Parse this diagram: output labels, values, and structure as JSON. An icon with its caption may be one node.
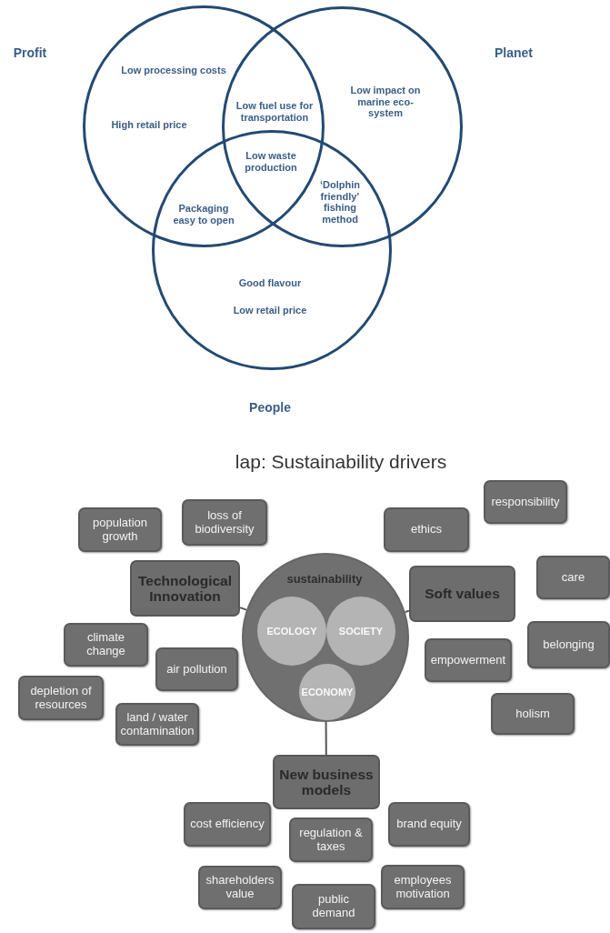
{
  "diagram": {
    "title": "lap: Sustainability drivers",
    "nodes": [
      {
        "text": [
          "Low processing costs",
          "High retail price"
        ]
      },
      {
        "text": [
          "Low impact on marine eco-system"
        ]
      },
      {
        "text": [
          "Good flavour",
          "Low retail price"
        ]
      },
      {
        "text": [
          "population growth"
        ]
      },
      {
        "text": [
          "loss of biodiversity"
        ]
      },
      {
        "text": [
          "ethics"
        ]
      },
      {
        "text": [
          "responsibility"
        ]
      },
      {
        "text": [
          "Technological Innovation"
        ]
      },
      {
        "text": [
          "sustainability"
        ]
      },
      {
        "text": [
          "ECOLOGY"
        ],
        "in": 8
      },
      {
        "text": [
          "SOCIETY"
        ],
        "in": 8
      },
      {
        "text": [
          "ECONOMY"
        ],
        "in": 8
      },
      {
        "text": [
          "Soft values"
        ]
      },
      {
        "text": [
          "care"
        ]
      },
      {
        "text": [
          "climate change"
        ]
      },
      {
        "text": [
          "air pollution"
        ]
      },
      {
        "text": [
          "empowerment"
        ]
      },
      {
        "text": [
          "belonging"
        ]
      },
      {
        "text": [
          "depletion of resources"
        ]
      },
      {
        "text": [
          "land / water contamination"
        ]
      },
      {
        "text": [
          "holism"
        ]
      },
      {
        "text": [
          "New business models"
        ]
      },
      {
        "text": [
          "cost efficiency"
        ]
      },
      {
        "text": [
          "regulation & taxes"
        ]
      },
      {
        "text": [
          "brand equity"
        ]
      },
      {
        "text": [
          "shareholders value"
        ]
      },
      {
        "text": [
          "employees motivation"
        ]
      },
      {
        "text": [
          "public demand"
        ]
      }
    ],
    "edges": [
      {
        "from": 7,
        "to": 8,
        "arrow": "none"
      },
      {
        "from": 12,
        "to": 8,
        "arrow": "none"
      },
      {
        "from": 8,
        "to": 21,
        "arrow": "none"
      }
    ],
    "labels": [
      "Profit",
      "Planet",
      "Low fuel use for transportation",
      "Low waste production",
      "Packaging easy to open",
      "‘Dolphin friendly’ fishing method",
      "People"
    ]
  }
}
